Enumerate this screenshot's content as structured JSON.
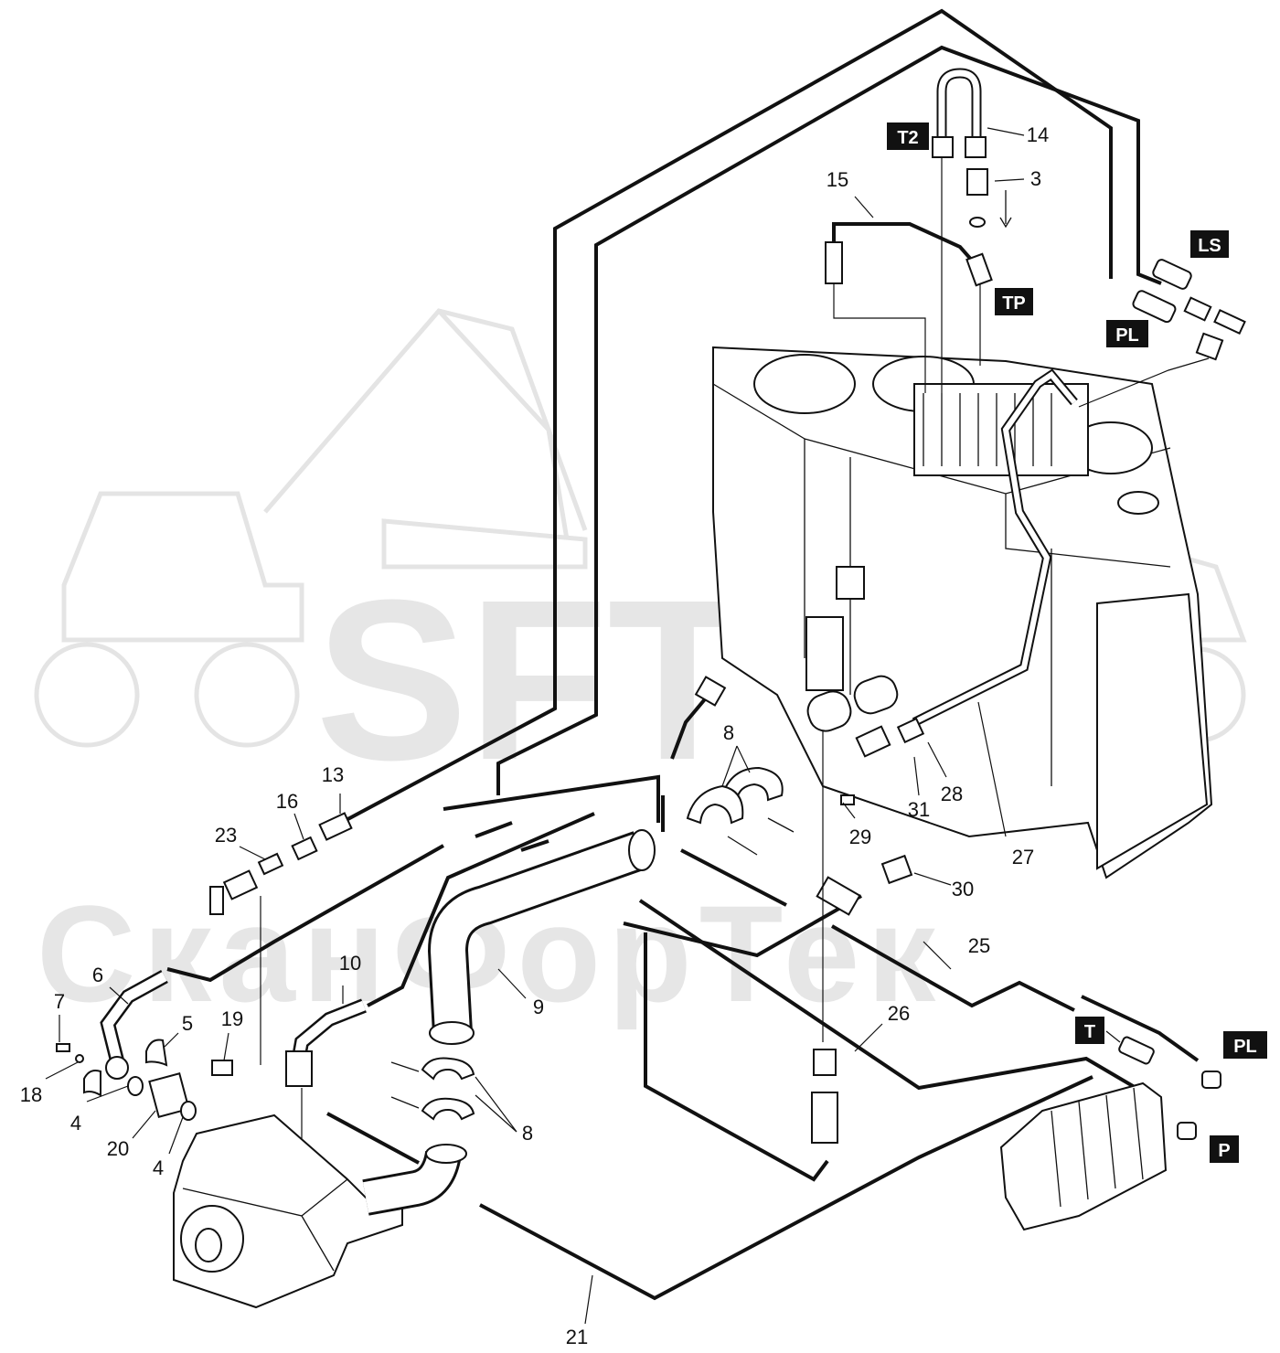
{
  "watermark": {
    "logo": "SFT",
    "company": "СканФорТек"
  },
  "tags": {
    "t2": "T2",
    "ls": "LS",
    "tp": "TP",
    "pl_top": "PL",
    "t_bottom": "T",
    "pl_bottom": "PL",
    "p_bottom": "P"
  },
  "callouts": {
    "c14": "14",
    "c3": "3",
    "c15": "15",
    "c13": "13",
    "c16": "16",
    "c23": "23",
    "c8_top": "8",
    "c31": "31",
    "c28": "28",
    "c29": "29",
    "c27": "27",
    "c30": "30",
    "c25": "25",
    "c26": "26",
    "c6": "6",
    "c10": "10",
    "c9": "9",
    "c7": "7",
    "c5": "5",
    "c19": "19",
    "c18": "18",
    "c4_a": "4",
    "c20": "20",
    "c4_b": "4",
    "c8_bottom": "8",
    "c21": "21"
  }
}
